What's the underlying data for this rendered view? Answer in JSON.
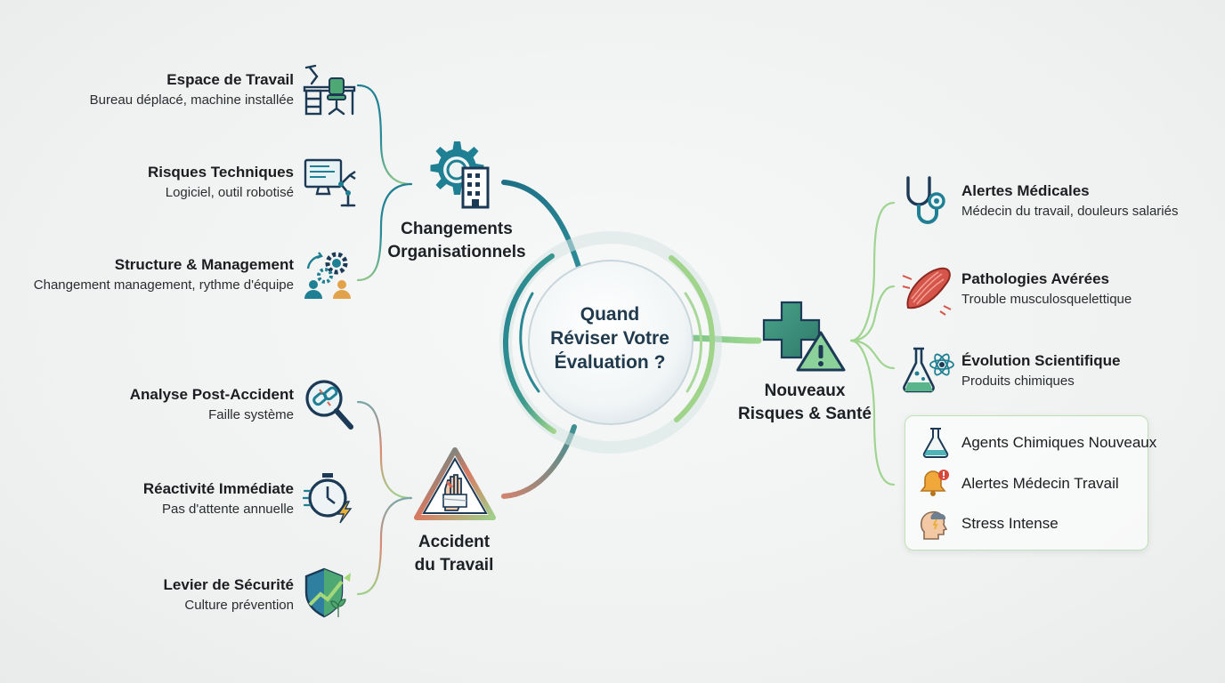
{
  "center": {
    "lines": [
      "Quand",
      "Réviser Votre",
      "Évaluation ?"
    ]
  },
  "hubs": {
    "org": {
      "lines": [
        "Changements",
        "Organisationnels"
      ],
      "icon": "gear-building-icon"
    },
    "accident": {
      "lines": [
        "Accident",
        "du Travail"
      ],
      "icon": "bandaged-hand-warning-icon"
    },
    "risks": {
      "lines": [
        "Nouveaux",
        "Risques & Santé"
      ],
      "icon": "medical-cross-warning-icon"
    }
  },
  "org_items": [
    {
      "title": "Espace de Travail",
      "subtitle": "Bureau déplacé, machine installée",
      "icon": "desk-chair-icon"
    },
    {
      "title": "Risques Techniques",
      "subtitle": "Logiciel, outil robotisé",
      "icon": "monitor-robot-arm-icon"
    },
    {
      "title": "Structure & Management",
      "subtitle": "Changement management, rythme d'équipe",
      "icon": "gears-team-icon"
    }
  ],
  "accident_items": [
    {
      "title": "Analyse Post-Accident",
      "subtitle": "Faille système",
      "icon": "magnifier-broken-chain-icon"
    },
    {
      "title": "Réactivité Immédiate",
      "subtitle": "Pas d'attente annuelle",
      "icon": "stopwatch-lightning-icon"
    },
    {
      "title": "Levier de Sécurité",
      "subtitle": "Culture prévention",
      "icon": "shield-growth-icon"
    }
  ],
  "risk_items": [
    {
      "title": "Alertes Médicales",
      "subtitle": "Médecin du travail, douleurs salariés",
      "icon": "stethoscope-icon"
    },
    {
      "title": "Pathologies Avérées",
      "subtitle": "Trouble musculosquelettique",
      "icon": "muscle-icon"
    },
    {
      "title": "Évolution Scientifique",
      "subtitle": "Produits chimiques",
      "icon": "flask-atom-icon"
    }
  ],
  "box_items": [
    {
      "label": "Agents Chimiques Nouveaux",
      "icon": "flask-icon"
    },
    {
      "label": "Alertes Médecin Travail",
      "icon": "alarm-bell-icon"
    },
    {
      "label": "Stress Intense",
      "icon": "head-storm-cloud-icon"
    }
  ],
  "colors": {
    "teal": "#1f7f93",
    "green": "#8fcf7f",
    "coral": "#d9826a",
    "navy": "#1c3a55",
    "accent_green": "#4ea874"
  }
}
